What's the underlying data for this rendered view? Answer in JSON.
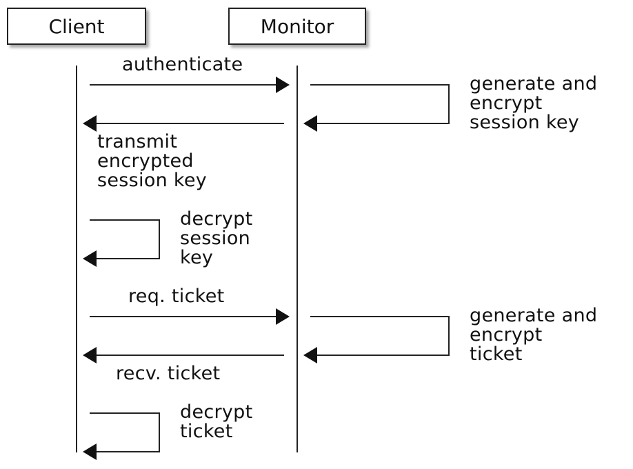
{
  "participants": {
    "client": "Client",
    "monitor": "Monitor"
  },
  "messages": {
    "authenticate": "authenticate",
    "monitor_generate_session": [
      "generate and",
      "encrypt",
      "session key"
    ],
    "transmit": [
      "transmit",
      "encrypted",
      "session key"
    ],
    "client_decrypt_session": [
      "decrypt",
      "session",
      "key"
    ],
    "req_ticket": "req. ticket",
    "monitor_generate_ticket": [
      "generate and",
      "encrypt",
      "ticket"
    ],
    "recv_ticket": "recv. ticket",
    "client_decrypt_ticket": [
      "decrypt",
      "ticket"
    ]
  }
}
